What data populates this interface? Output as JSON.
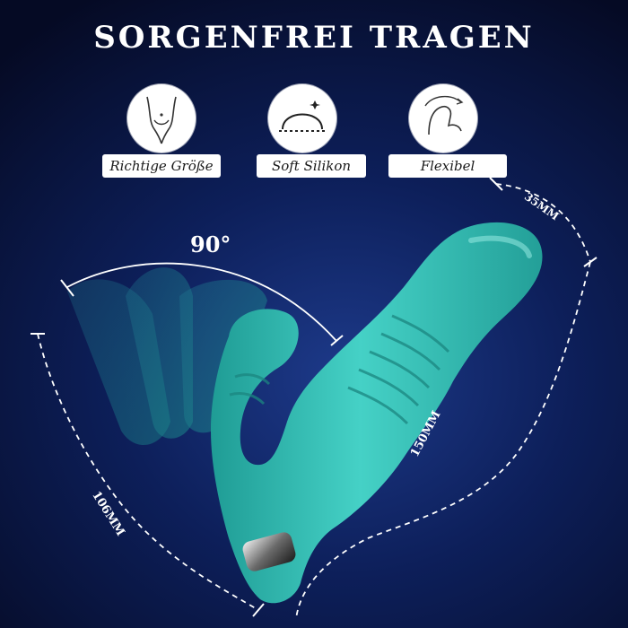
{
  "headline": "SORGENFREI TRAGEN",
  "features": [
    {
      "icon": "body-silhouette-icon",
      "label": "Richtige Größe"
    },
    {
      "icon": "soft-dome-icon",
      "label": "Soft Silikon"
    },
    {
      "icon": "bending-hand-icon",
      "label": "Flexibel"
    }
  ],
  "angle": "90°",
  "dimensions": {
    "tip_width": "35MM",
    "total_length": "150MM",
    "arm_length": "106MM"
  },
  "colors": {
    "background": "#0d1f5a",
    "product": "#3cc7bd",
    "product_shadow": "#1f8f89"
  }
}
